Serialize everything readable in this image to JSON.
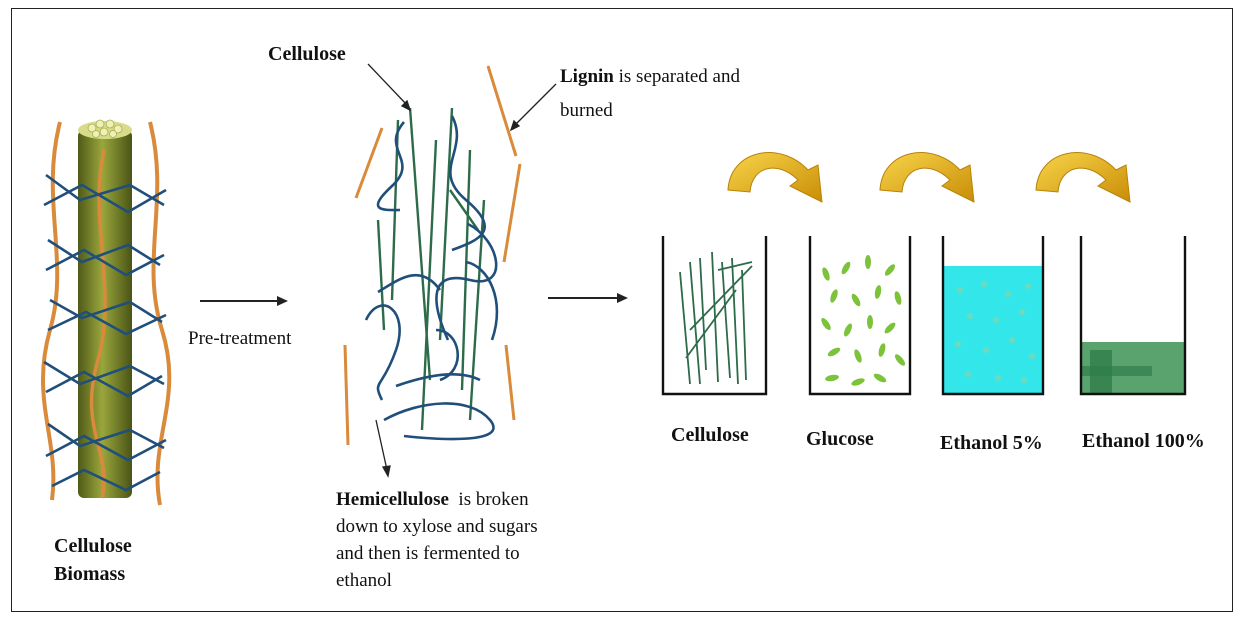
{
  "labels": {
    "biomass": [
      "Cellulose",
      "Biomass"
    ],
    "pretreatment": "Pre-treatment",
    "cellulose_top": "Cellulose",
    "lignin_bold": "Lignin",
    "lignin_rest_1": " is separated and",
    "lignin_rest_2": "burned",
    "hemi_bold": "Hemicellulose",
    "hemi_line_1": "  is broken",
    "hemi_line_2": "down to xylose and sugars",
    "hemi_line_3": "and then is fermented to",
    "hemi_line_4": "ethanol"
  },
  "beakers": [
    {
      "label": "Cellulose",
      "content": "cellulose fibers"
    },
    {
      "label": "Glucose",
      "content": "glucose particles"
    },
    {
      "label": "Ethanol 5%",
      "content": "cyan liquid"
    },
    {
      "label": "Ethanol 100%",
      "content": "green liquid"
    }
  ],
  "colors": {
    "lignin": "#d98a3a",
    "cellulose_fiber": "#2d6b4a",
    "hemicellulose": "#1f4f7a",
    "biomass_core": "#7f8a2a",
    "transfer_arrow": "#e6b212",
    "glucose": "#7cc23a",
    "ethanol_5": "#33e6ea",
    "ethanol_100": "#2f7d4a"
  }
}
